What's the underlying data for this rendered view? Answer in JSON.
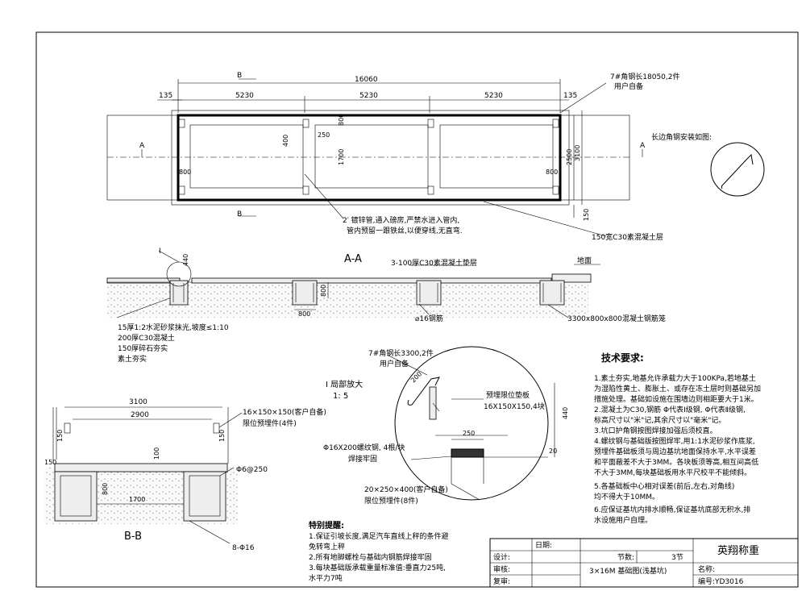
{
  "plan": {
    "overall_length": "16060",
    "dims_top": [
      "135",
      "5230",
      "5230",
      "5230",
      "135"
    ],
    "section_a": "A",
    "section_b": "B",
    "angle_note1": "7#角钢长18050,2件",
    "angle_note2": "用户自备",
    "dim_800_left": "800",
    "dim_800_right": "800",
    "dim_400": "400",
    "dim_250": "250",
    "dim_800_mid": "800",
    "dim_1700": "1700",
    "dim_2500": "2500",
    "dim_3100": "3100",
    "dim_150": "150",
    "pipe_note1": "2′ 镀锌管,通入磅房,严禁水进入管内,",
    "pipe_note2": "管内预留一跟铁丝,以便穿线,无直弯.",
    "concrete_layer": "150宽C30素混凝土层",
    "angle_install": "长边角钢安装如图:"
  },
  "section_aa": {
    "title": "A-A",
    "i_label": "I",
    "dim_440": "440",
    "pad_note": "3-100厚C30素混凝土垫层",
    "ground": "地面",
    "dim_800a": "800",
    "dim_800b": "800",
    "rebar": "⌀16钢筋",
    "cage": "3300x800x800混凝土钢筋笼",
    "layers": [
      "15厚1:2水泥砂浆抹光,坡度≤1:10",
      "200厚C30混凝土",
      "150厚碎石夯实",
      "素土夯实"
    ]
  },
  "detail_i": {
    "angle1": "7#角钢长3300,2件",
    "angle2": "用户自备",
    "dim_200": "200",
    "title": "I 局部放大",
    "scale": "1: 5",
    "plate1": "预埋限位垫板",
    "plate2": "16X150X150,4块",
    "dim_440": "440",
    "dim_250": "250",
    "dim_20": "20",
    "bolt1": "Φ16X200螺纹钢, 4根/块",
    "bolt2": "焊接牢固",
    "embed1": "20×250×400(客户自备)",
    "embed2": "限位预埋件(8件)"
  },
  "section_bb": {
    "title": "B-B",
    "dim_3100": "3100",
    "dim_2900": "2900",
    "dim_150a": "150",
    "dim_150b": "150",
    "dim_100": "100",
    "dim_150c": "150",
    "dim_800": "800",
    "dim_1700": "1700",
    "embed1": "16×150×150(客户自备)",
    "embed2": "限位预埋件(4件)",
    "stirrup": "Φ6@250",
    "bars": "8-Φ16"
  },
  "tech": {
    "title": "技术要求:",
    "lines": [
      "1.素土夯实,地基允许承载力大于100KPa,若地基土",
      "为湿陷性黄土、膨胀土、或存在冻土层时则基础另加",
      "措施处理。基础如设施在围墙边则相距要大于1米。",
      "2.混凝土为C30,钢筋 Φ代表Ⅰ级钢, Φ代表Ⅱ级钢,",
      "标高尺寸以\"米\"记,其余尺寸以\"毫米\"记。",
      "3.坑口护角钢按图焊接加强后须校直。",
      "4.螺纹钢与基础版按图焊牢,用1:1水泥砂浆作底浆,",
      "预埋件基础板须与周边基坑地面保持水平,水平误差",
      "和平面蔽差不大于3MM。各块板须等高,相互间高低",
      "不大于3MM,每块基础板用水平尺校平不能倾斜。",
      "5.各基础板中心相对误差(前后,左右,对角线)",
      "均不得大于10MM。",
      "6.应保证基坑内排水顺畅,保证基坑底部无积水,排",
      "水设施用户自理。"
    ]
  },
  "special": {
    "title": "特别提醒:",
    "lines": [
      "1.保证引坡长度,满足汽车直线上秤的条件避",
      "免转弯上秤",
      "2.所有地脚螺栓与基础内钢筋焊接牢固",
      "3.每块基础版承载重量标准值:垂直力25吨,",
      "水平力7吨"
    ]
  },
  "titleblock": {
    "date": "日期:",
    "design": "设计:",
    "check": "审核:",
    "review": "复审:",
    "node_label": "节数:",
    "node_value": "3节",
    "company": "英翔称重",
    "drawing": "3×16M 基础图(浅基坑)",
    "name_label": "名称:",
    "code": "编号:YD3016"
  }
}
